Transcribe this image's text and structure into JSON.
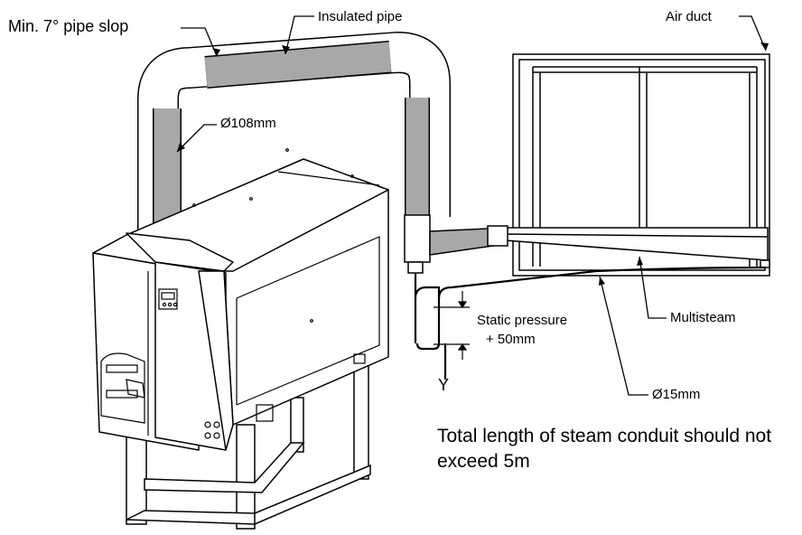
{
  "labels": {
    "pipe_slope": "Min. 7° pipe slop",
    "insulated_pipe": "Insulated pipe",
    "air_duct": "Air duct",
    "pipe_diameter": "Ø108mm",
    "static_pressure": "Static pressure",
    "plus_50mm": "+ 50mm",
    "multisteam": "Multisteam",
    "drain_diameter": "Ø15mm",
    "drain_marker": "Y"
  },
  "note": "Total length of steam conduit should not exceed 5m",
  "colors": {
    "outline": "#000000",
    "insulation": "#a8a8a8",
    "panel": "#ffffff"
  }
}
